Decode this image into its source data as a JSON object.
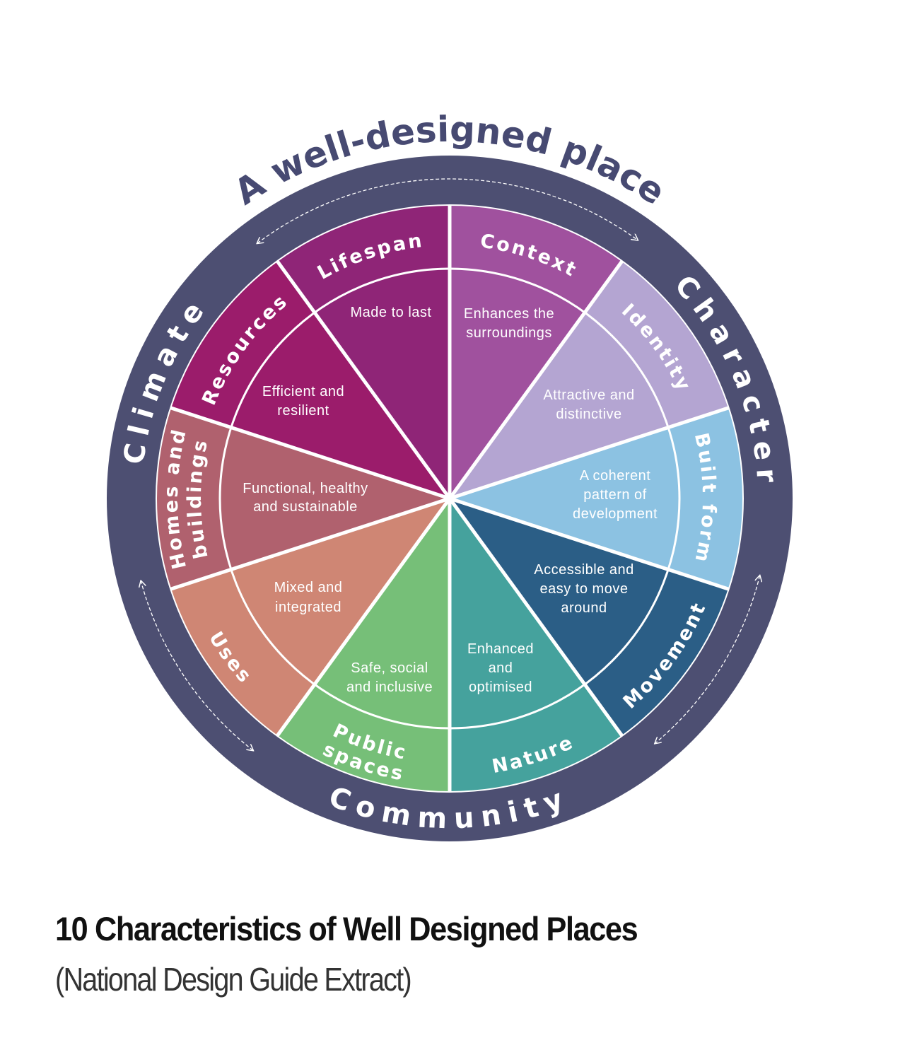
{
  "headline": "A well-designed place",
  "ring": {
    "color": "#4d4f72",
    "themes": [
      "Climate",
      "Character",
      "Community"
    ]
  },
  "segments": [
    {
      "label": "Context",
      "description": [
        "Enhances the",
        "surroundings"
      ],
      "color": "#a0519e"
    },
    {
      "label": "Identity",
      "description": [
        "Attractive and",
        "distinctive"
      ],
      "color": "#b4a5d2"
    },
    {
      "label": "Built form",
      "description": [
        "A coherent",
        "pattern of",
        "development"
      ],
      "color": "#8cc2e2"
    },
    {
      "label": "Movement",
      "description": [
        "Accessible and",
        "easy to move",
        "around"
      ],
      "color": "#2b5e86"
    },
    {
      "label": "Nature",
      "description": [
        "Enhanced",
        "and",
        "optimised"
      ],
      "color": "#45a29d"
    },
    {
      "label": "Public spaces",
      "description": [
        "Safe, social",
        "and inclusive"
      ],
      "color": "#76bf78"
    },
    {
      "label": "Uses",
      "description": [
        "Mixed and",
        "integrated"
      ],
      "color": "#cf8674"
    },
    {
      "label": "Homes and buildings",
      "description": [
        "Functional, healthy",
        "and sustainable"
      ],
      "color": "#b0616e"
    },
    {
      "label": "Resources",
      "description": [
        "Efficient and",
        "resilient"
      ],
      "color": "#9b1c6b"
    },
    {
      "label": "Lifespan",
      "description": [
        "Made to last"
      ],
      "color": "#8f2577"
    }
  ],
  "caption": {
    "title": "10 Characteristics of Well Designed Places",
    "subtitle": "(National Design Guide Extract)"
  }
}
